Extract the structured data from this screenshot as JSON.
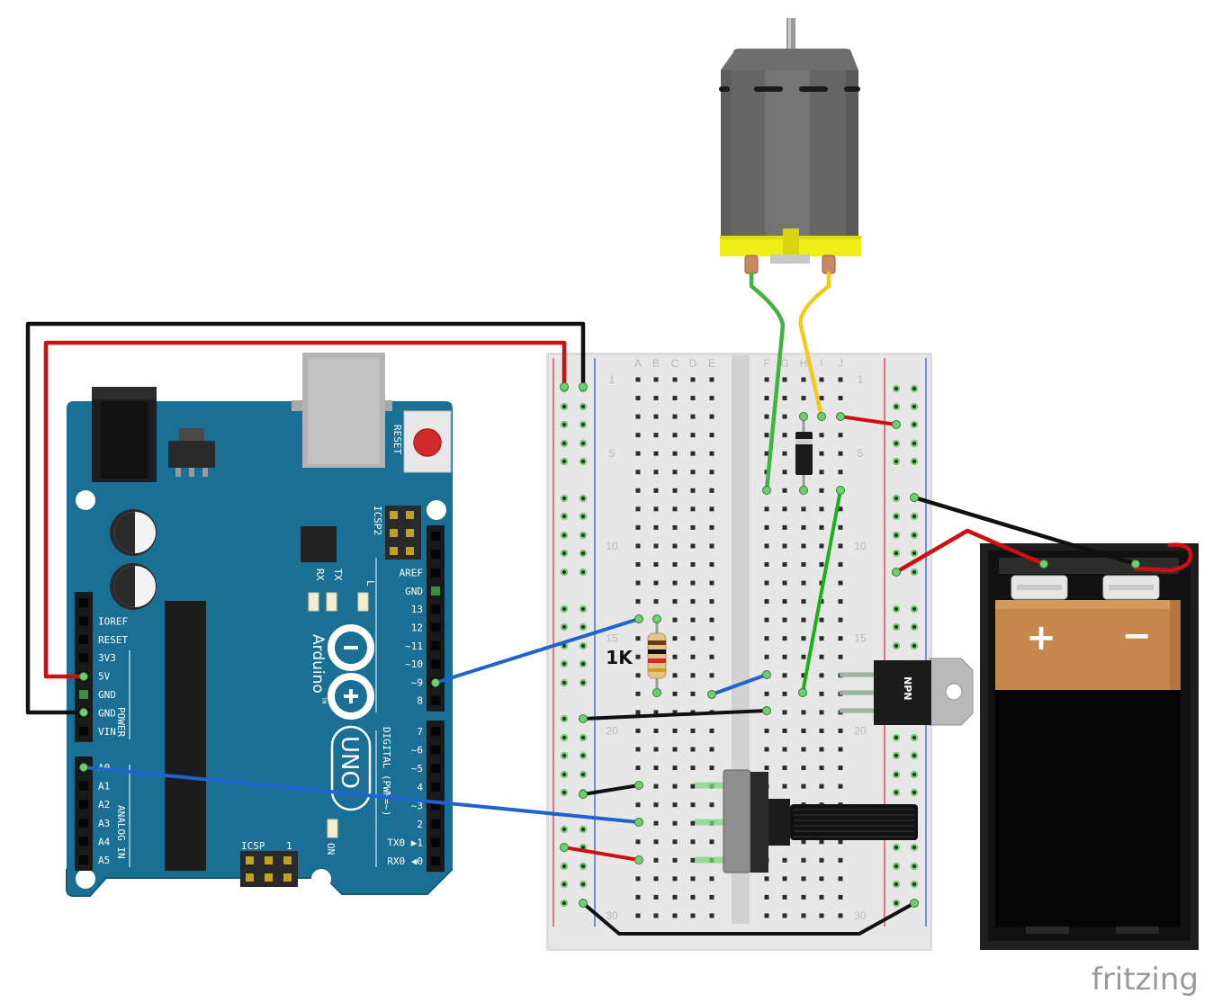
{
  "arduino": {
    "reset_label": "RESET",
    "icsp2_label": "ICSP2",
    "tx_label": "TX",
    "rx_label": "RX",
    "l_label": "L",
    "brand_name": "Arduino",
    "trademark": "TM",
    "model": "UNO",
    "on_label": "ON",
    "icsp_label": "ICSP",
    "icsp_pin1": "1",
    "power_header_pins": [
      "IOREF",
      "RESET",
      "3V3",
      "5V",
      "GND",
      "GND",
      "VIN"
    ],
    "power_group_label": "POWER",
    "analog_header_pins": [
      "A0",
      "A1",
      "A2",
      "A3",
      "A4",
      "A5"
    ],
    "analog_group_label": "ANALOG IN",
    "digital_upper_pins": [
      "AREF",
      "GND",
      "13",
      "12",
      "~11",
      "~10",
      "~9",
      "8"
    ],
    "digital_lower_pins": [
      "7",
      "~6",
      "~5",
      "4",
      "~3",
      "2",
      "TX0 ▶1",
      "RX0 ◀0"
    ],
    "digital_group_label": "DIGITAL (PWM=~)"
  },
  "breadboard": {
    "column_letters": [
      "A",
      "B",
      "C",
      "D",
      "E",
      "F",
      "G",
      "H",
      "I",
      "J"
    ],
    "row_numbers": [
      "1",
      "5",
      "10",
      "15",
      "20",
      "30"
    ]
  },
  "resistor_label": "1K",
  "transistor_label": "NPN",
  "battery": {
    "plus": "+",
    "minus": "−"
  },
  "footer_brand": "fritzing"
}
